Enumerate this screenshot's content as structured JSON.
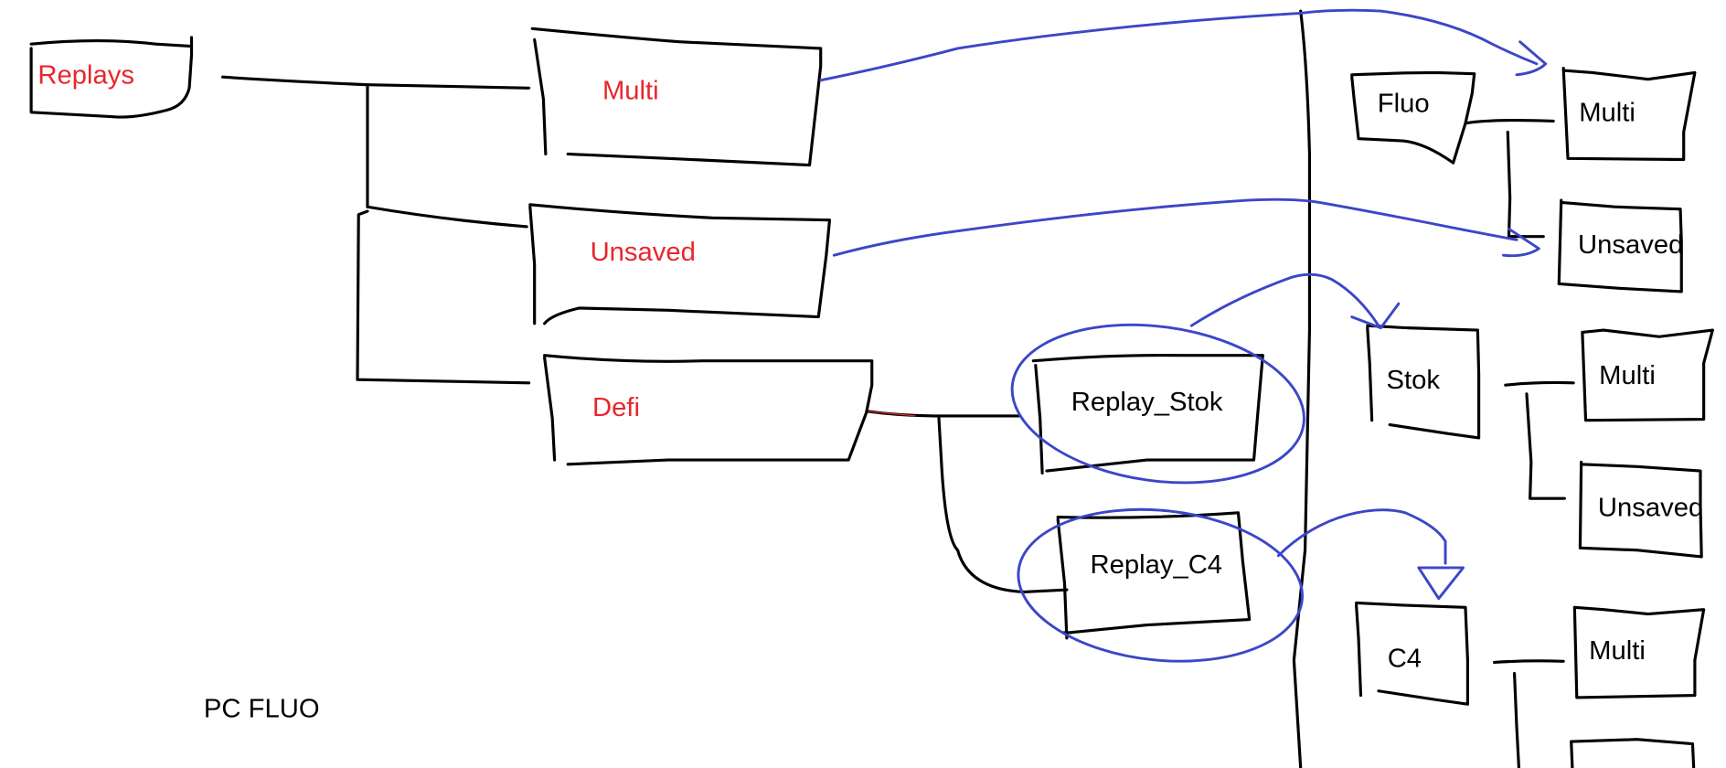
{
  "diagram": {
    "type": "hand-drawn tree diagram",
    "colors": {
      "ink": "#000000",
      "highlight_text": "#e8262c",
      "annotation": "#3c46c8",
      "background": "#ffffff"
    },
    "left_side": {
      "caption": "PC FLUO",
      "root": {
        "label": "Replays"
      },
      "children": [
        {
          "label": "Multi"
        },
        {
          "label": "Unsaved"
        },
        {
          "label": "Defi"
        }
      ],
      "defi_children": [
        {
          "label": "Replay_Stok"
        },
        {
          "label": "Replay_C4"
        }
      ]
    },
    "right_side": {
      "groups": [
        {
          "label": "Fluo",
          "children": [
            {
              "label": "Multi"
            },
            {
              "label": "Unsaved"
            }
          ]
        },
        {
          "label": "Stok",
          "children": [
            {
              "label": "Multi"
            },
            {
              "label": "Unsaved"
            }
          ]
        },
        {
          "label": "C4",
          "children": [
            {
              "label": "Multi"
            },
            {
              "label": ""
            }
          ]
        }
      ]
    },
    "arrows": [
      {
        "from": "Multi",
        "to": "Fluo / Multi"
      },
      {
        "from": "Unsaved",
        "to": "Fluo / Unsaved"
      },
      {
        "from": "Replay_Stok",
        "to": "Stok"
      },
      {
        "from": "Replay_C4",
        "to": "C4"
      }
    ]
  }
}
